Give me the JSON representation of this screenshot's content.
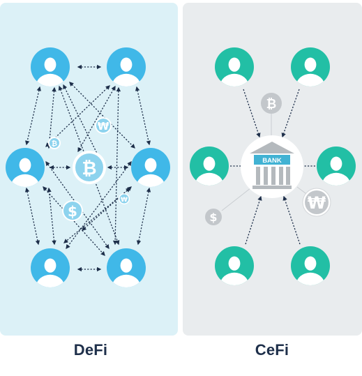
{
  "panels": {
    "defi": {
      "label": "DeFi",
      "background": "#dcf1f7",
      "node_color": "#40b8e8",
      "coin_color": "#8dd3ee"
    },
    "cefi": {
      "label": "CeFi",
      "background": "#e9ecee",
      "node_color": "#22bfa5",
      "coin_color": "#c3c7cb"
    }
  },
  "bank": {
    "sign": "BANK",
    "sign_color": "#41b2d3",
    "building_color": "#b4b9bd"
  },
  "coins": {
    "bitcoin": "₿",
    "won": "₩",
    "dollar": "$"
  },
  "icons": [
    "user-icon",
    "bank-icon",
    "bitcoin-icon",
    "won-icon",
    "dollar-icon"
  ]
}
